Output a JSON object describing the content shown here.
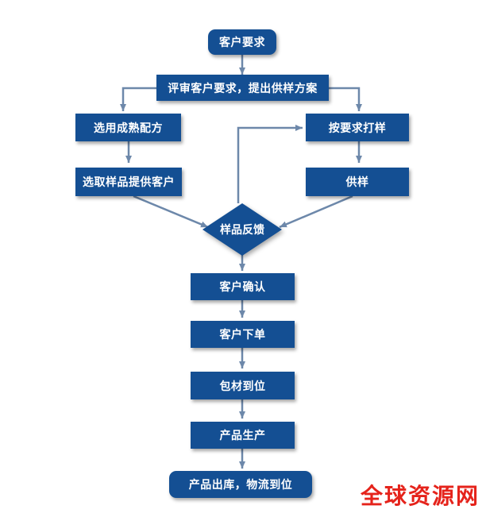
{
  "flowchart": {
    "nodes": {
      "customer_request": "客户要求",
      "review_request": "评审客户要求，提出供样方案",
      "select_formula": "选用成熟配方",
      "select_sample": "选取样品提供客户",
      "sample_as_required": "按要求打样",
      "supply_sample": "供样",
      "sample_feedback": "样品反馈",
      "customer_confirm": "客户确认",
      "customer_order": "客户下单",
      "packaging_ready": "包材到位",
      "production": "产品生产",
      "shipping": "产品出库，物流到位"
    },
    "colors": {
      "node_fill": "#144f93",
      "arrow": "#6d88aa",
      "watermark": "#e5231b"
    }
  },
  "watermark": {
    "text": "全球资源网"
  }
}
